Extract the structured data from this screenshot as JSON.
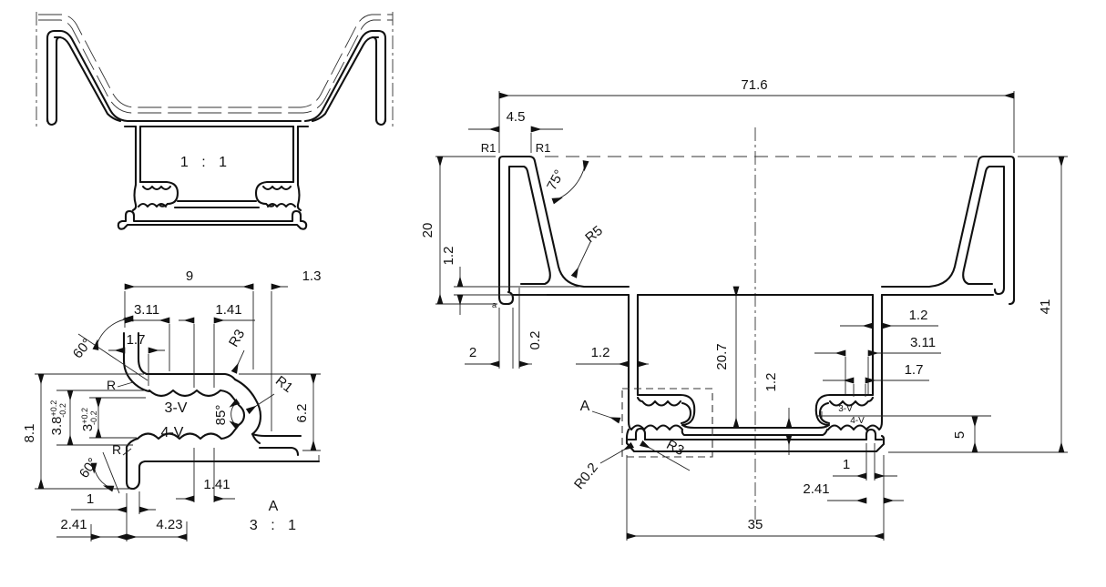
{
  "overview": {
    "scale_label": "1 : 1"
  },
  "detail": {
    "label": "A",
    "scale_label": "3 : 1",
    "dims": {
      "overall_w": "9",
      "offset_tip": "1.3",
      "pitch": "3.11",
      "flat_top": "1.41",
      "lead_in": "1.7",
      "radius_shoulder": "R3",
      "angle_top": "60°",
      "fillet_top": "R",
      "root_h": "3.8",
      "root_tol_plus": "+0.2",
      "root_tol_minus": "-0.2",
      "crest_h": "3",
      "crest_tol_plus": "+0.2",
      "crest_tol_minus": "-0.2",
      "overall_h": "8.1",
      "teeth_top": "3-V",
      "teeth_bottom": "4-V",
      "angle_notch": "85°",
      "radius_notch": "R1",
      "jaw_h": "6.2",
      "fillet_bottom": "R",
      "angle_bottom": "60°",
      "lip_t": "1",
      "flat_bottom": "1.41",
      "tip_offset": "2.41",
      "lip_span": "4.23"
    }
  },
  "main": {
    "dims": {
      "overall_w": "71.6",
      "hook_w": "4.5",
      "r_left": "R1",
      "r_right": "R1",
      "wall_angle": "75°",
      "wall_h": "20",
      "web_t": "1.2",
      "fillet_wall": "R5",
      "overall_h": "41",
      "foot_w": "2",
      "foot_gap": "0.2",
      "datum": "a",
      "leg_t_left": "1.2",
      "cavity_h": "20.7",
      "rib_t": "1.2",
      "leg_t_right": "1.2",
      "pitch": "3.11",
      "lead_in": "1.7",
      "teeth_top": "3-V",
      "teeth_bottom": "4-V",
      "base_h": "5",
      "lip_t": "1",
      "tip_offset": "2.41",
      "base_w": "35",
      "detail_ref": "A",
      "r_tip": "R0.2",
      "r_base": "R3"
    }
  }
}
